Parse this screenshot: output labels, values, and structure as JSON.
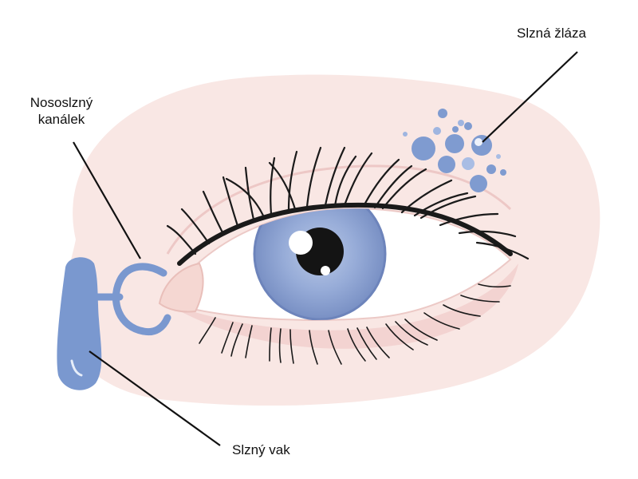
{
  "labels": {
    "nasolacrimal_duct": [
      "Nososlzný",
      "kanálek"
    ],
    "lacrimal_gland": "Slzná žláza",
    "lacrimal_sac": "Slzný vak"
  },
  "colors": {
    "skin": "#f8e6e3",
    "lid_line": "#e8c4c4",
    "sclera": "#ffffff",
    "iris": "#8aa2d0",
    "iris_dark": "#6c83b8",
    "pupil": "#141414",
    "lash": "#1a1a1a",
    "duct_blue": "#7a98cf",
    "gland_blue": "#8aa6d9",
    "caruncle": "#f6d9d4",
    "leader_line": "#111111"
  },
  "icons": [
    "eye-illustration",
    "lacrimal-gland-icon",
    "lacrimal-sac-icon",
    "nasolacrimal-duct-icon"
  ]
}
